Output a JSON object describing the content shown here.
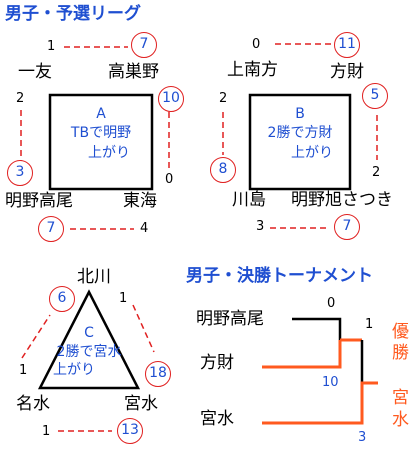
{
  "group_stage_title": "男子・予選リーグ",
  "final_title": "男子・決勝トーナメント",
  "groups": [
    {
      "letter": "A",
      "result": [
        "TBで明野",
        "上がり"
      ],
      "teams": {
        "top_left": "一友",
        "top_right": "高巣野",
        "bottom_left": "明野高尾",
        "bottom_right": "東海"
      },
      "scores": {
        "top_left_vs_top_right": {
          "top_left": "1",
          "top_right": "7"
        },
        "top_left_vs_bottom_left": {
          "top_left": "2",
          "bottom_left": "3"
        },
        "top_right_vs_bottom_right": {
          "top_right": "10",
          "bottom_right": "0"
        },
        "bottom_left_vs_bottom_right": {
          "bottom_left": "7",
          "bottom_right": "4"
        }
      }
    },
    {
      "letter": "B",
      "result": [
        "2勝で方財",
        "上がり"
      ],
      "teams": {
        "top_left": "上南方",
        "top_right": "方財",
        "bottom_left": "川島",
        "bottom_right": "明野旭さつき"
      },
      "scores": {
        "top_left_vs_top_right": {
          "top_left": "0",
          "top_right": "11"
        },
        "top_left_vs_bottom_left": {
          "top_left": "2",
          "bottom_left": "8"
        },
        "top_right_vs_bottom_right": {
          "top_right": "5",
          "bottom_right": "2"
        },
        "bottom_left_vs_bottom_right": {
          "bottom_left": "3",
          "bottom_right": "7"
        }
      }
    },
    {
      "letter": "C",
      "result": [
        "2勝で宮水",
        "上がり"
      ],
      "teams": {
        "top": "北川",
        "bottom_left": "名水",
        "bottom_right": "宮水"
      },
      "scores": {
        "top_vs_bottom_left": {
          "top": "6",
          "bottom_left": "1"
        },
        "top_vs_bottom_right": {
          "top": "1",
          "bottom_right": "18"
        },
        "bottom_left_vs_bottom_right": {
          "bottom_left": "1",
          "bottom_right": "13"
        }
      }
    }
  ],
  "tournament": {
    "entrants": [
      "明野高尾",
      "方財",
      "宮水"
    ],
    "semifinal": {
      "top_score": "0",
      "bottom_score": "10"
    },
    "final": {
      "top_score": "1",
      "bottom_score": "3"
    },
    "champion_label": "優勝",
    "champion": "宮水"
  },
  "colors": {
    "title": "#1f4fd1",
    "circle": "#e02020",
    "dash": "#e02020",
    "win_line": "#ff5a1f",
    "score_win": "#1f4fd1"
  }
}
